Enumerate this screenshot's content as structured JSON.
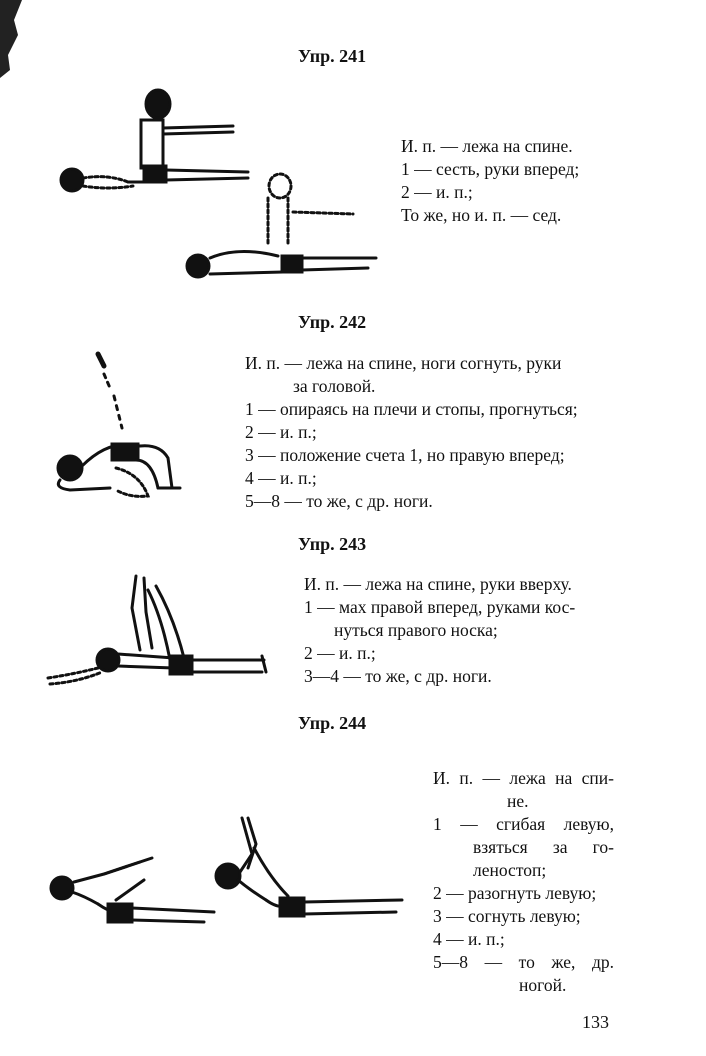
{
  "page_number": "133",
  "exercises": [
    {
      "title": "Упр. 241",
      "lines": [
        "И. п. — лежа на спине.",
        "1 — сесть, руки вперед;",
        "2 — и. п.;",
        "То же, но и. п. — сед."
      ]
    },
    {
      "title": "Упр. 242",
      "lines": [
        "И. п. — лежа на спине, ноги согнуть, руки",
        "за головой.",
        "1 — опираясь на плечи и стопы, прогнуться;",
        "2 — и. п.;",
        "3 — положение счета 1, но правую вперед;",
        "4 — и. п.;",
        "5—8 — то же, с др. ноги."
      ]
    },
    {
      "title": "Упр. 243",
      "lines": [
        "И. п. — лежа на спине, руки вверху.",
        "1 — мах правой вперед, руками кос-",
        "нуться правого носка;",
        "2 — и. п.;",
        "3—4 — то же, с др. ноги."
      ]
    },
    {
      "title": "Упр. 244",
      "lines": [
        "И. п. — лежа на спи-",
        "не.",
        "1 — сгибая левую,",
        "взяться за го-",
        "леностоп;",
        "2 — разогнуть левую;",
        "3 — согнуть левую;",
        "4 — и. п.;",
        "5—8 — то же, др.",
        "ногой."
      ]
    }
  ]
}
